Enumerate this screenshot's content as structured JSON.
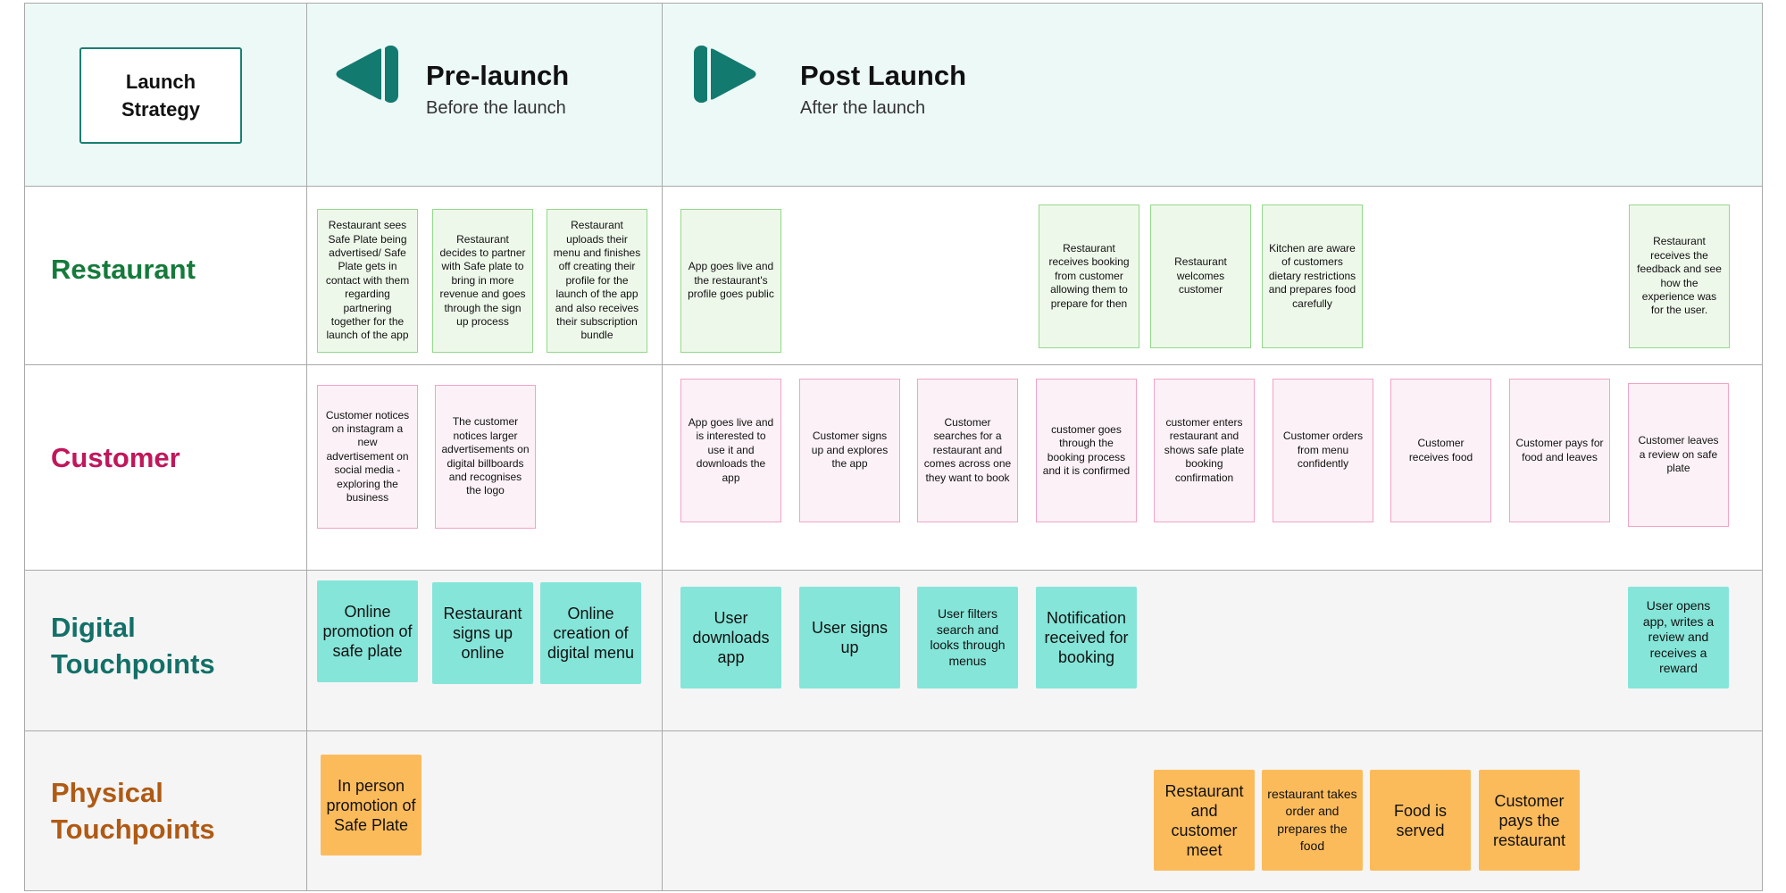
{
  "strategy_label": "Launch\nStrategy",
  "colors": {
    "header_bg": "#edf9f7",
    "restaurant_label": "#157a3b",
    "customer_label": "#c0175b",
    "digital_label": "#137068",
    "physical_label": "#b05a14",
    "icon_teal": "#137a70"
  },
  "phases": {
    "pre": {
      "title": "Pre-launch",
      "subtitle": "Before the launch",
      "icon": "rewind-icon"
    },
    "post": {
      "title": "Post Launch",
      "subtitle": "After the launch",
      "icon": "fast-forward-icon"
    }
  },
  "rows": {
    "restaurant": "Restaurant",
    "customer": "Customer",
    "digital": "Digital\nTouchpoints",
    "physical": "Physical\nTouchpoints"
  },
  "notes": {
    "restaurant": [
      "Restaurant sees Safe Plate being advertised/ Safe Plate gets in contact with them regarding partnering together for the launch of the app",
      "Restaurant decides to partner with Safe plate to bring in more revenue and goes through the sign up process",
      "Restaurant uploads their menu and finishes off creating their profile for the launch of the app and also receives their subscription bundle",
      "App goes live and the restaurant's profile goes public",
      "Restaurant receives booking from customer allowing them to prepare for then",
      "Restaurant welcomes customer",
      "Kitchen are aware of customers dietary restrictions and prepares food carefully",
      "Restaurant receives the feedback and see how the experience was for the user."
    ],
    "customer": [
      "Customer notices on instagram a new advertisement on social media - exploring the business",
      "The customer notices larger advertisements on digital billboards and recognises the logo",
      "App goes live and is interested to use it and downloads the app",
      "Customer signs up and explores the app",
      "Customer searches for a restaurant and comes across one they want to book",
      "customer goes through the booking process and it is confirmed",
      "customer enters restaurant and shows safe plate booking confirmation",
      "Customer orders from menu confidently",
      "Customer receives food",
      "Customer pays for food and leaves",
      "Customer leaves a review on safe plate"
    ],
    "digital": [
      "Online promotion of safe plate",
      "Restaurant signs up online",
      "Online creation of digital menu",
      "User downloads app",
      "User signs up",
      "User filters search and looks through menus",
      "Notification received for booking",
      "User opens app, writes a review and receives a reward"
    ],
    "physical": [
      "In person promotion of Safe Plate",
      "Restaurant and customer meet",
      "restaurant takes order and prepares the food",
      "Food is served",
      "Customer pays the restaurant"
    ]
  }
}
